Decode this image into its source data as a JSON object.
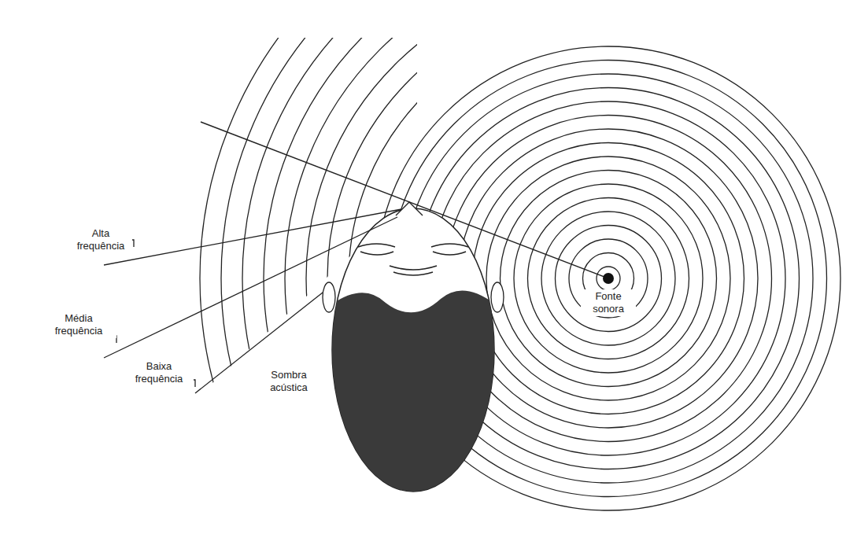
{
  "diagram": {
    "labels": [
      "Alta frequência",
      "Média frequência",
      "Baixa frequência",
      "Sombra acústica",
      "Fonte sonora"
    ]
  }
}
